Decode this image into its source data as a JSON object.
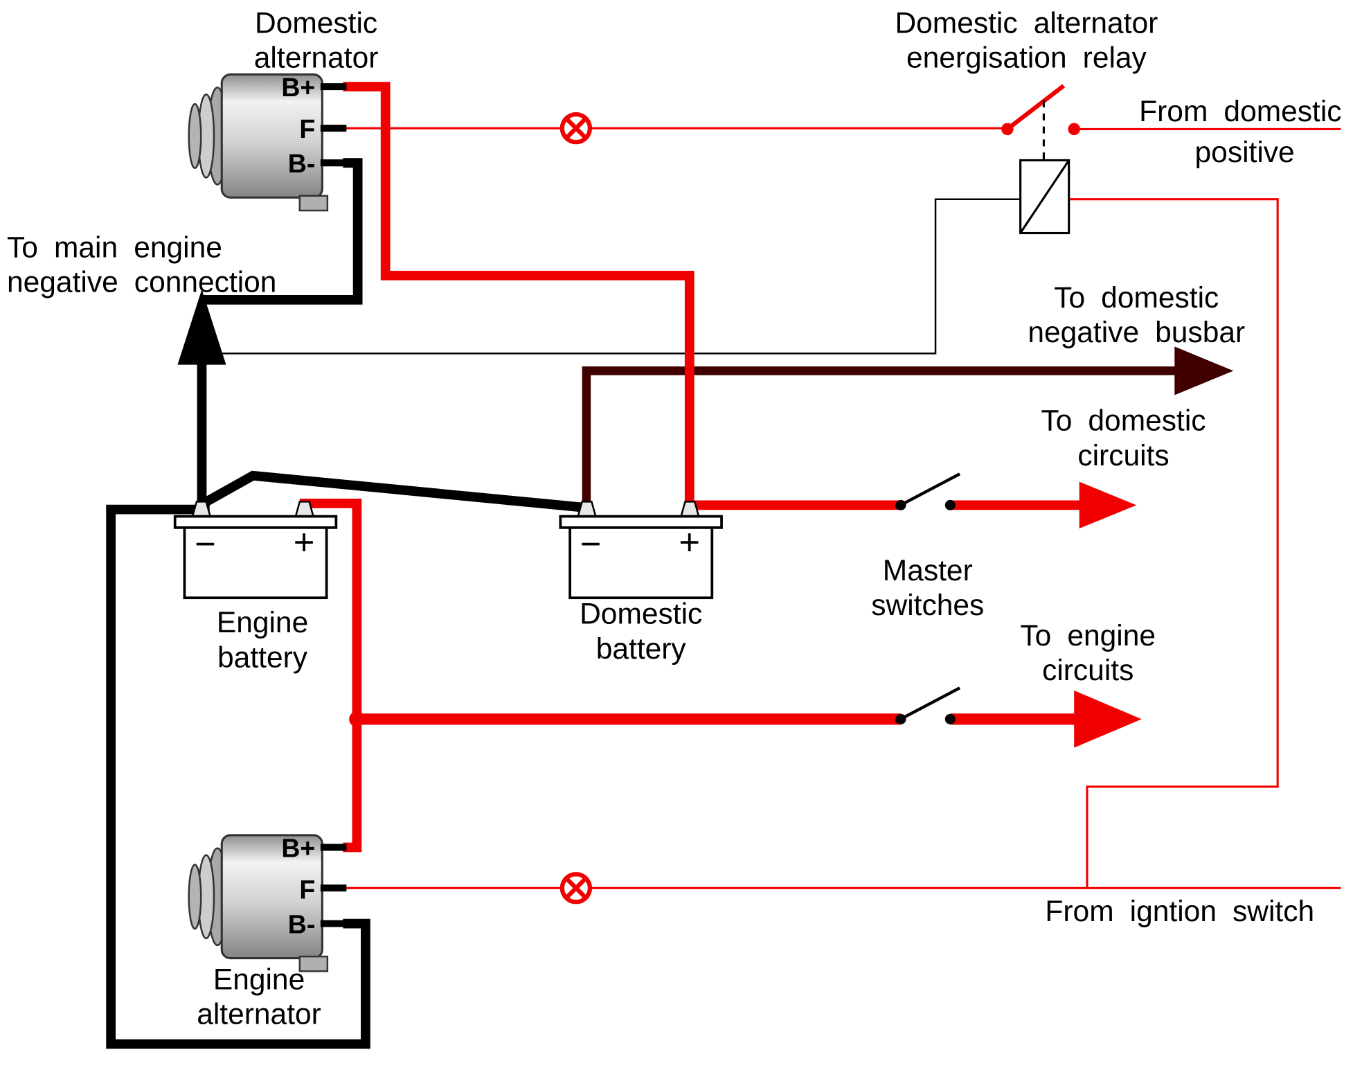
{
  "colors": {
    "wire_red": "#f00000",
    "wire_black": "#000000",
    "busbar_dark_red": "#400000",
    "component_gray": "#c8c8c8"
  },
  "labels": {
    "domestic_alternator": {
      "line1": "Domestic",
      "line2": "alternator"
    },
    "energisation_relay": {
      "line1": "Domestic alternator",
      "line2": "energisation relay"
    },
    "from_domestic_positive": {
      "line1": "From domestic",
      "line2": "positive"
    },
    "to_main_engine_negative": {
      "line1": "To main engine",
      "line2": "negative connection"
    },
    "to_domestic_negative_busbar": {
      "line1": "To domestic",
      "line2": "negative busbar"
    },
    "to_domestic_circuits": {
      "line1": "To domestic",
      "line2": "circuits"
    },
    "master_switches": {
      "line1": "Master",
      "line2": "switches"
    },
    "to_engine_circuits": {
      "line1": "To engine",
      "line2": "circuits"
    },
    "engine_battery": {
      "line1": "Engine",
      "line2": "battery"
    },
    "domestic_battery": {
      "line1": "Domestic",
      "line2": "battery"
    },
    "engine_alternator": {
      "line1": "Engine",
      "line2": "alternator"
    },
    "from_ignition_switch": "From igntion switch"
  },
  "terminals": {
    "b_plus": "B+",
    "field": "F",
    "b_minus": "B-"
  },
  "battery_signs": {
    "minus": "−",
    "plus": "+"
  }
}
